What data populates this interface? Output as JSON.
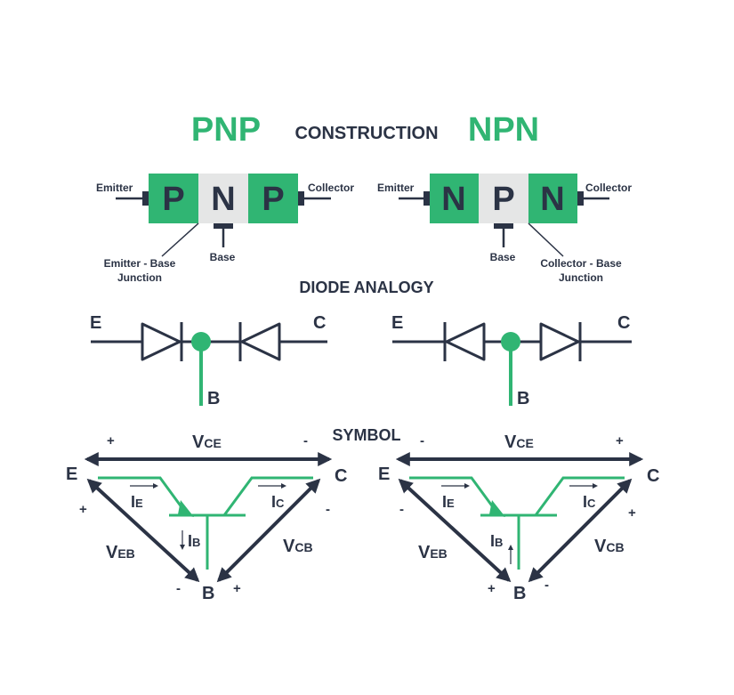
{
  "colors": {
    "green": "#30b573",
    "dark": "#2b3345",
    "light": "#e5e6e6"
  },
  "titles": {
    "pnp": "PNP",
    "construction": "CONSTRUCTION",
    "npn": "NPN",
    "diode_analogy": "DIODE ANALOGY",
    "symbol": "SYMBOL"
  },
  "pnp_construction": {
    "regions": [
      "P",
      "N",
      "P"
    ],
    "emitter": "Emitter",
    "collector": "Collector",
    "base": "Base",
    "junction_line1": "Emitter - Base",
    "junction_line2": "Junction"
  },
  "npn_construction": {
    "regions": [
      "N",
      "P",
      "N"
    ],
    "emitter": "Emitter",
    "collector": "Collector",
    "base": "Base",
    "junction_line1": "Collector - Base",
    "junction_line2": "Junction"
  },
  "pnp_diode": {
    "e": "E",
    "c": "C",
    "b": "B"
  },
  "npn_diode": {
    "e": "E",
    "c": "C",
    "b": "B"
  },
  "pnp_symbol": {
    "e": "E",
    "c": "C",
    "b": "B",
    "vce_main": "V",
    "vce_sub": "CE",
    "veb_main": "V",
    "veb_sub": "EB",
    "vcb_main": "V",
    "vcb_sub": "CB",
    "ie_main": "I",
    "ie_sub": "E",
    "ic_main": "I",
    "ic_sub": "C",
    "ib_main": "I",
    "ib_sub": "B",
    "sign_vce_left": "+",
    "sign_vce_right": "-",
    "sign_e": "+",
    "sign_c": "-",
    "sign_b_left": "-",
    "sign_b_right": "+"
  },
  "npn_symbol": {
    "e": "E",
    "c": "C",
    "b": "B",
    "vce_main": "V",
    "vce_sub": "CE",
    "veb_main": "V",
    "veb_sub": "EB",
    "vcb_main": "V",
    "vcb_sub": "CB",
    "ie_main": "I",
    "ie_sub": "E",
    "ic_main": "I",
    "ic_sub": "C",
    "ib_main": "I",
    "ib_sub": "B",
    "sign_vce_left": "-",
    "sign_vce_right": "+",
    "sign_e": "-",
    "sign_c": "+",
    "sign_b_left": "+",
    "sign_b_right": "-"
  }
}
